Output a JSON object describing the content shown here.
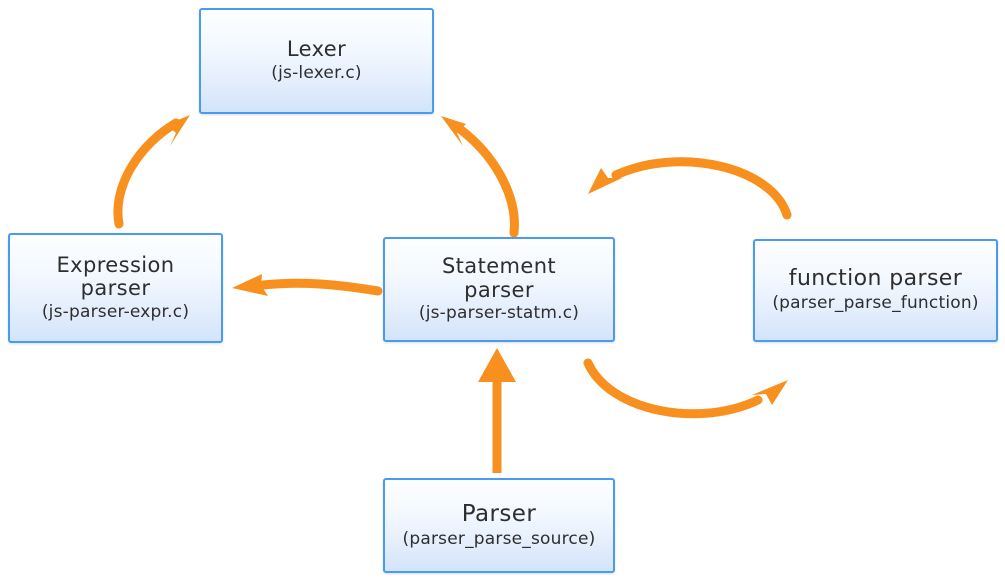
{
  "diagram": {
    "kind": "flow-diagram",
    "background_color": "#ffffff",
    "box_border_color": "#4a9af0",
    "box_fill_top": "#fdfeff",
    "box_fill_bottom": "#d3e4fb",
    "arrow_color": "#f7901e",
    "text_color": "#2e2e2e",
    "nodes": [
      {
        "id": "lexer",
        "title": "Lexer",
        "subtitle": "(js-lexer.c)"
      },
      {
        "id": "expression-parser",
        "title": "Expression\nparser",
        "subtitle": "(js-parser-expr.c)"
      },
      {
        "id": "statement-parser",
        "title": "Statement\nparser",
        "subtitle": "(js-parser-statm.c)"
      },
      {
        "id": "function-parser",
        "title": "function parser",
        "subtitle": "(parser_parse_function)"
      },
      {
        "id": "parser",
        "title": "Parser",
        "subtitle": "(parser_parse_source)"
      }
    ],
    "arrows": [
      {
        "id": "expression-parser-to-lexer",
        "from": "expression-parser",
        "to": "lexer",
        "style": "curved"
      },
      {
        "id": "statement-parser-to-lexer",
        "from": "statement-parser",
        "to": "lexer",
        "style": "curved"
      },
      {
        "id": "statement-parser-to-expression-parser",
        "from": "statement-parser",
        "to": "expression-parser",
        "style": "straight"
      },
      {
        "id": "statement-parser-to-function-parser",
        "from": "statement-parser",
        "to": "function-parser",
        "style": "arc-below"
      },
      {
        "id": "function-parser-to-statement-parser",
        "from": "function-parser",
        "to": "statement-parser",
        "style": "arc-above"
      },
      {
        "id": "parser-to-statement-parser",
        "from": "parser",
        "to": "statement-parser",
        "style": "straight-vertical"
      }
    ]
  }
}
